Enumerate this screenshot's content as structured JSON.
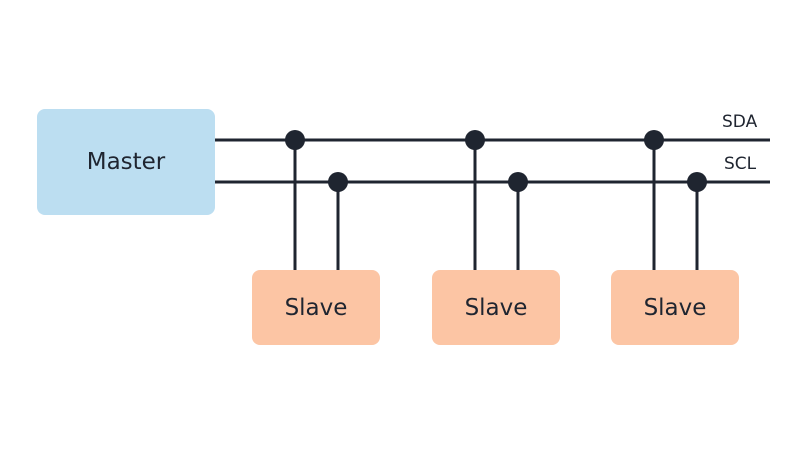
{
  "diagram": {
    "master": {
      "label": "Master",
      "fill": "#bcdef1"
    },
    "slaves": [
      {
        "label": "Slave"
      },
      {
        "label": "Slave"
      },
      {
        "label": "Slave"
      }
    ],
    "slave_fill": "#fcc5a4",
    "lines": {
      "sda": {
        "label": "SDA"
      },
      "scl": {
        "label": "SCL"
      }
    },
    "wire_color": "#1f2530"
  }
}
